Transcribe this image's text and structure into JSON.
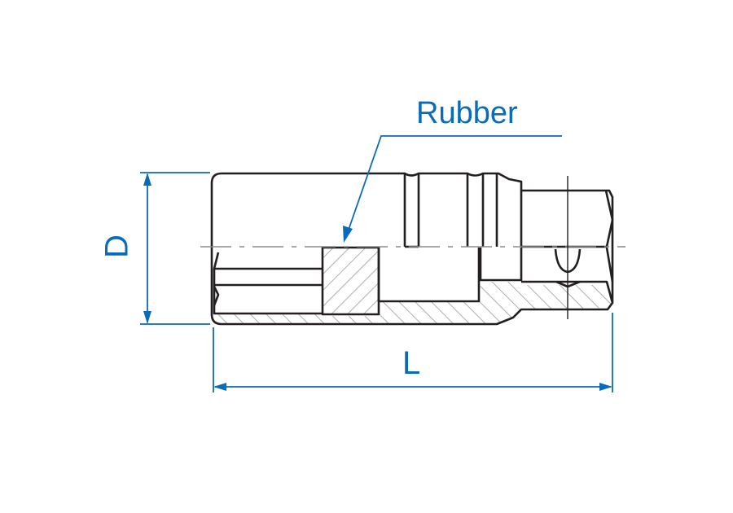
{
  "labels": {
    "rubber": "Rubber",
    "length": "L",
    "diameter": "D"
  },
  "colors": {
    "outline": "#231f20",
    "dimension": "#0a6cb8",
    "hatch": "#9a9a9a",
    "centerline": "#8a8a8a"
  }
}
